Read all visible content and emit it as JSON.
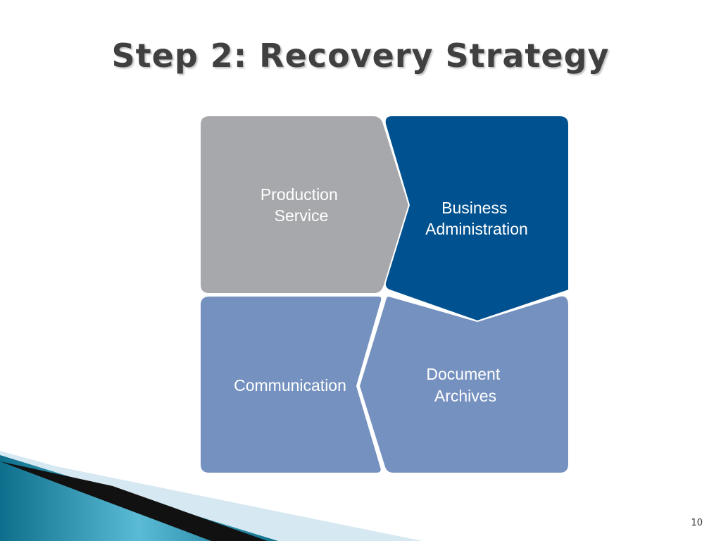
{
  "slide": {
    "title": "Step 2: Recovery Strategy",
    "page_number": "10"
  },
  "diagram": {
    "blocks": [
      {
        "label_lines": [
          "Production",
          "Service"
        ],
        "color": "#A6A8AB"
      },
      {
        "label_lines": [
          "Business",
          "Administration"
        ],
        "color": "#00518F"
      },
      {
        "label_lines": [
          "Communication"
        ],
        "color": "#7591BF"
      },
      {
        "label_lines": [
          "Document",
          "Archives"
        ],
        "color": "#7591BF"
      }
    ],
    "border_color": "#ffffff"
  },
  "decor_colors": {
    "teal_dark": "#0E6F8C",
    "teal_light": "#5BBBD6",
    "black_stripe": "#111111",
    "pale_stripe": "#D6E8F1"
  }
}
